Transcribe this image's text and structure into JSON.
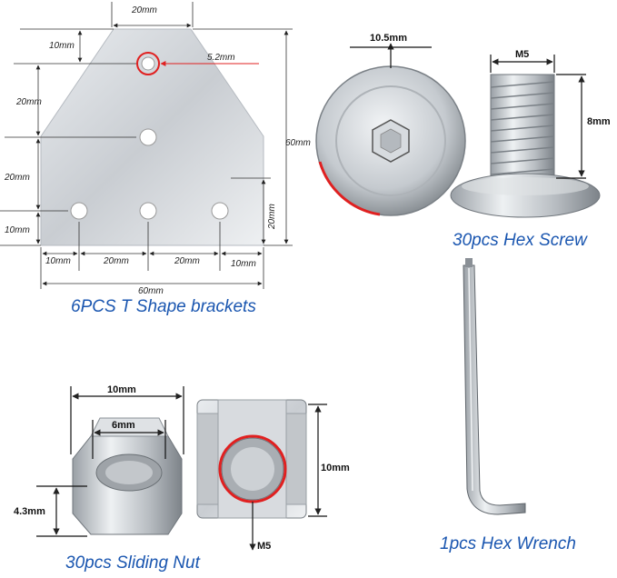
{
  "bracket": {
    "caption": "6PCS T Shape brackets",
    "dims": {
      "top": "20mm",
      "hole_top": "10mm",
      "hole_dia": "5.2mm",
      "left_mid": "20mm",
      "left_low": "20mm",
      "left_bottom": "10mm",
      "height": "60mm",
      "right_low": "20mm",
      "b1": "10mm",
      "b2": "20mm",
      "b3": "20mm",
      "b4": "10mm",
      "width": "60mm"
    }
  },
  "screw": {
    "caption": "30pcs Hex Screw",
    "dims": {
      "head": "10.5mm",
      "thread": "M5",
      "length": "8mm"
    }
  },
  "nut": {
    "caption": "30pcs Sliding Nut",
    "dims": {
      "width": "10mm",
      "inner": "6mm",
      "height": "4.3mm",
      "side": "10mm",
      "thread": "M5"
    }
  },
  "wrench": {
    "caption": "1pcs Hex Wrench"
  },
  "colors": {
    "caption": "#1a56b0",
    "highlight": "#e02020",
    "metal": "#c9cdd2"
  }
}
